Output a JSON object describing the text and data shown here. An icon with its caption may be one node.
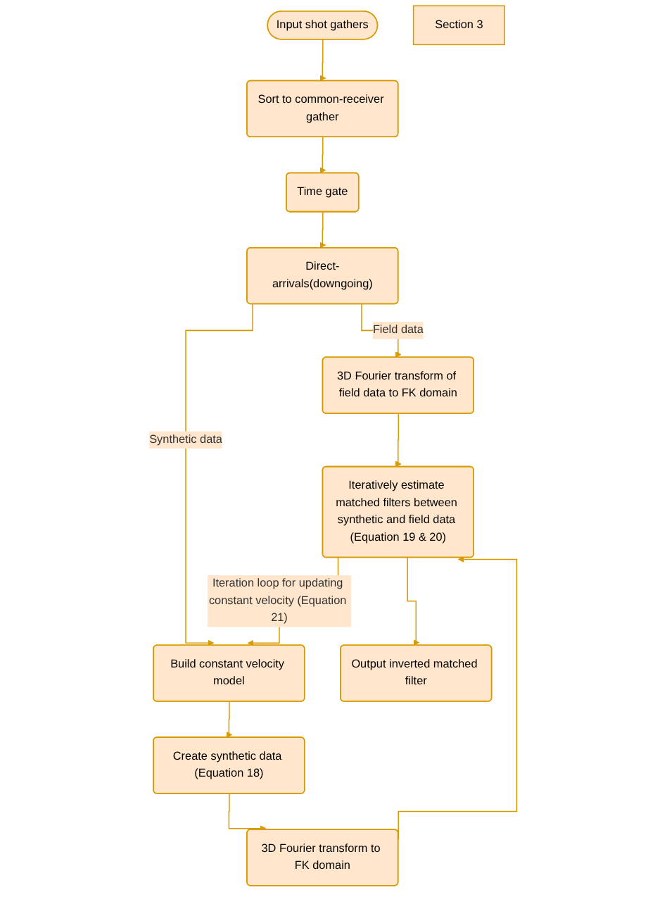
{
  "diagram": {
    "nodes": [
      {
        "text": [
          "Input shot gathers"
        ]
      },
      {
        "text": [
          "Sort to common-receiver gather"
        ]
      },
      {
        "text": [
          "Time gate"
        ]
      },
      {
        "text": [
          "Direct-arrivals(downgoing)"
        ]
      },
      {
        "text": [
          "3D Fourier transform of field data to FK domain"
        ]
      },
      {
        "text": [
          "Build constant velocity model"
        ]
      },
      {
        "text": [
          "Create synthetic data (Equation 18)"
        ]
      },
      {
        "text": [
          "3D Fourier transform to FK domain"
        ]
      },
      {
        "text": [
          "Iteratively estimate matched filters between synthetic and field data (Equation 19 & 20)"
        ]
      },
      {
        "text": [
          "Output inverted matched filter"
        ]
      },
      {
        "text": [
          "Section 3"
        ]
      }
    ],
    "edges": [
      {
        "from": 0,
        "to": 1,
        "arrow": "to"
      },
      {
        "from": 1,
        "to": 2,
        "arrow": "to"
      },
      {
        "from": 2,
        "to": 3,
        "arrow": "to"
      },
      {
        "from": 3,
        "to": 4,
        "arrow": "to",
        "label": "Field data"
      },
      {
        "from": 3,
        "to": 5,
        "arrow": "to",
        "label": "Synthetic data"
      },
      {
        "from": 5,
        "to": 6,
        "arrow": "to"
      },
      {
        "from": 6,
        "to": 7,
        "arrow": "to"
      },
      {
        "from": 7,
        "to": 8,
        "arrow": "to"
      },
      {
        "from": 4,
        "to": 8,
        "arrow": "to"
      },
      {
        "from": 8,
        "to": 5,
        "arrow": "to",
        "label": "Iteration loop for updating constant velocity (Equation 21)"
      },
      {
        "from": 8,
        "to": 9,
        "arrow": "to"
      }
    ]
  }
}
